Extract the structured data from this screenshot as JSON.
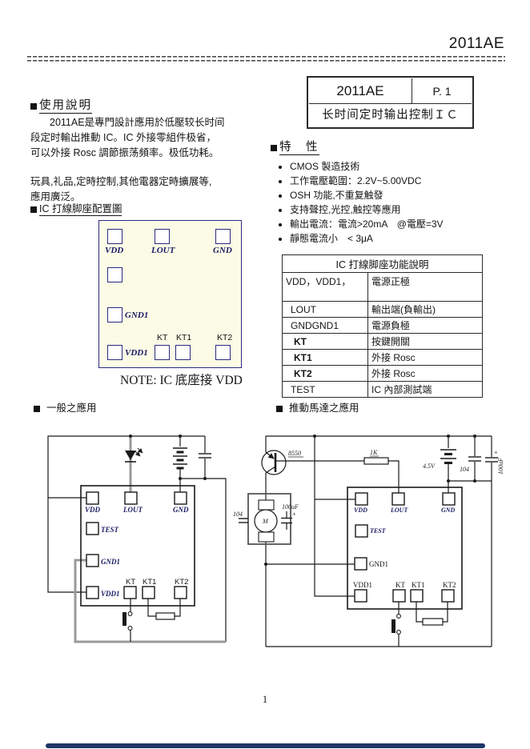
{
  "page": {
    "header_title": "2011AE",
    "page_number": "1"
  },
  "title_box": {
    "part": "2011AE",
    "page": "P. 1",
    "subtitle": "长时间定时输出控制ＩＣ"
  },
  "usage": {
    "heading": "使用說明",
    "para1_line1": "2011AE是專門設計應用於低壓较长时间",
    "para1_line2": "段定时輸出推動 IC。IC 外接零組件极省，",
    "para1_line3": "可以外接 Rosc 調節振荡頻率。极低功耗。",
    "para2_line1": "玩具,礼品,定時控制,其他電器定時擴展等,",
    "para2_line2": "應用廣泛。",
    "config_heading": "IC 打線脚座配置圖"
  },
  "features": {
    "heading": "特　性",
    "items": [
      "CMOS 製造技術",
      "工作電壓範圍：2.2V~5.00VDC",
      "OSH 功能,不重复触發",
      "支持聲控,光控,触控等應用",
      "輸出電流：電流>20mA　@電壓=3V",
      "靜態電流小　< 3μA"
    ]
  },
  "pin_config": {
    "note": "NOTE: IC 底座接 VDD",
    "pins": {
      "vdd": "VDD",
      "lout": "LOUT",
      "gnd": "GND",
      "gnd1": "GND1",
      "vdd1": "VDD1",
      "kt": "KT",
      "kt1": "KT1",
      "kt2": "KT2"
    }
  },
  "pin_table": {
    "title": "IC 打線脚座功能說明",
    "rows": [
      {
        "pin": "VDD，VDD1，",
        "desc": "電源正極"
      },
      {
        "pin": "LOUT",
        "desc": "輸出端(負輸出)"
      },
      {
        "pin": "GNDGND1",
        "desc": "電源負極"
      },
      {
        "pin": "KT",
        "desc": "按鍵開關"
      },
      {
        "pin": "KT1",
        "desc": "外接 Rosc"
      },
      {
        "pin": "KT2",
        "desc": "外接 Rosc"
      },
      {
        "pin": "TEST",
        "desc": "IC 內部測試端"
      }
    ]
  },
  "applications": {
    "general_heading": "一般之應用",
    "motor_heading": "推動馬達之應用"
  },
  "circuit_general": {
    "pins": {
      "vdd": "VDD",
      "lout": "LOUT",
      "gnd": "GND",
      "test": "TEST",
      "gnd1": "GND1",
      "vdd1": "VDD1",
      "kt": "KT",
      "kt1": "KT1",
      "kt2": "KT2"
    }
  },
  "circuit_motor": {
    "transistor": "8550",
    "base_resistor": "1K",
    "battery": "4.5V",
    "cap_ceramic": "104",
    "cap_electrolytic": "100uF",
    "plus": "+",
    "motor": "M",
    "motor_cap": "100uF",
    "motor_cap_small": "104",
    "pins": {
      "vdd": "VDD",
      "lout": "LOUT",
      "gnd": "GND",
      "test": "TEST",
      "gnd1": "GND1",
      "vdd1": "VDD1",
      "kt": "KT",
      "kt1": "KT1",
      "kt2": "KT2"
    }
  }
}
